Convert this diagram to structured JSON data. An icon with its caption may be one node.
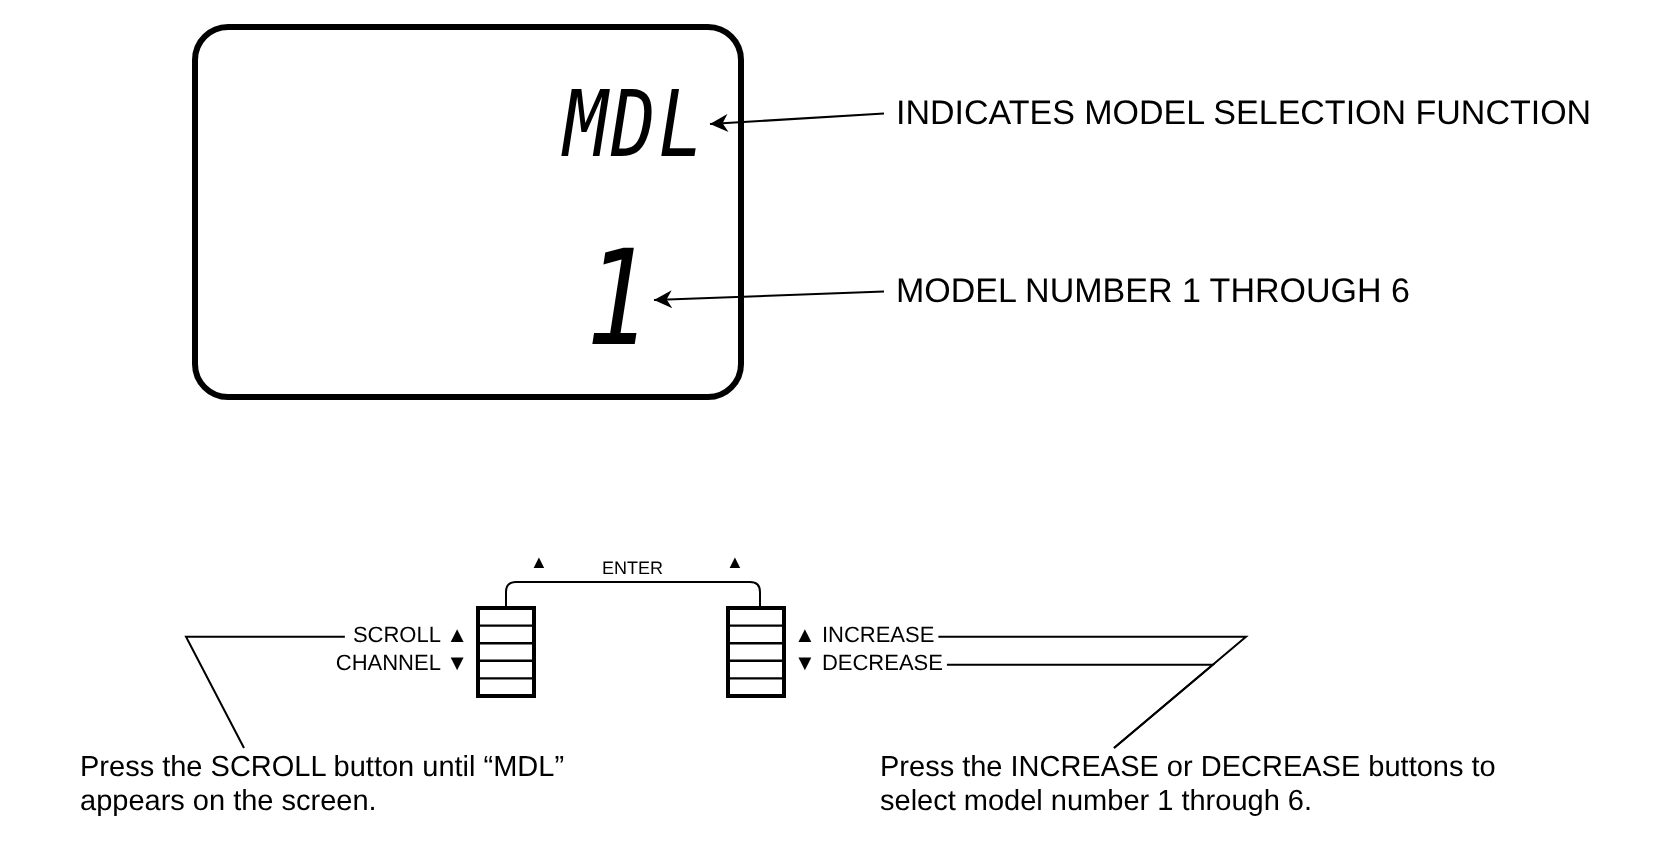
{
  "diagram": {
    "nodes": [
      {
        "text": [],
        "shape": "box"
      },
      {
        "text": [
          "MDL"
        ],
        "in": 0
      },
      {
        "text": [
          "1"
        ],
        "in": 0
      },
      {
        "text": [
          "INDICATES MODEL SELECTION FUNCTION"
        ]
      },
      {
        "text": [
          "MODEL NUMBER 1 THROUGH 6"
        ]
      },
      {
        "text": [
          "SCROLL ▲"
        ]
      },
      {
        "text": [
          "CHANNEL ▼"
        ]
      },
      {
        "text": [],
        "shape": "box"
      },
      {
        "text": [],
        "shape": "box"
      },
      {
        "text": [
          "▲ INCREASE"
        ]
      },
      {
        "text": [
          "▼ DECREASE"
        ]
      },
      {
        "text": [
          "Press the SCROLL button until “MDL” appears on the screen."
        ]
      },
      {
        "text": [
          "Press the INCREASE or DECREASE buttons to select model number 1 through 6."
        ]
      }
    ],
    "edges": [
      {
        "from": 3,
        "to": 1,
        "arrow": "to"
      },
      {
        "from": 4,
        "to": 2,
        "arrow": "to"
      },
      {
        "from": 11,
        "to": 5,
        "arrow": "none"
      },
      {
        "from": 12,
        "to": 9,
        "arrow": "none"
      },
      {
        "from": 12,
        "to": 10,
        "arrow": "none"
      }
    ],
    "labels": [
      "▲",
      "ENTER",
      "▲"
    ]
  }
}
